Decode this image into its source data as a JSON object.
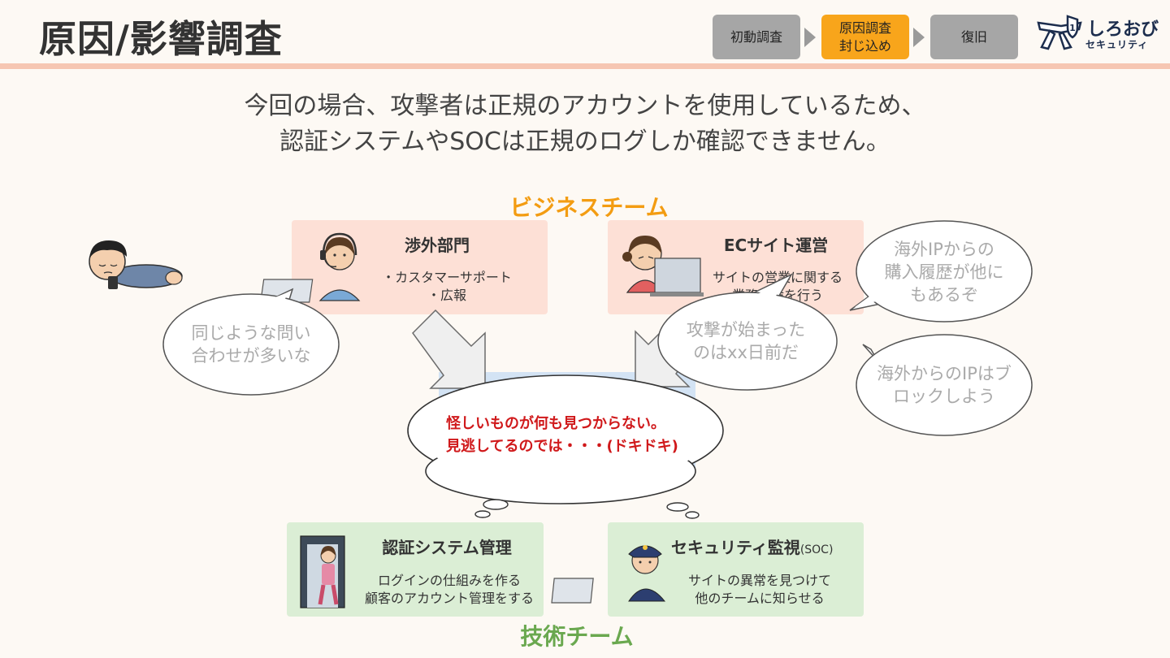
{
  "header": {
    "title": "原因/影響調査",
    "steps": [
      {
        "label": "初動調査"
      },
      {
        "label_line1": "原因調査",
        "label_line2": "封じ込め"
      },
      {
        "label": "復旧"
      }
    ],
    "logo": {
      "line1": "しろおび",
      "line2": "セキュリティ",
      "icon": "belt-shield-icon"
    }
  },
  "lead": {
    "line1": "今回の場合、攻撃者は正規のアカウントを使用しているため、",
    "line2": "認証システムやSOCは正規のログしか確認できません。"
  },
  "teams": {
    "business": "ビジネスチーム",
    "tech": "技術チーム"
  },
  "boxes": {
    "overseas": {
      "title": "渉外部門",
      "desc1": "・カスタマーサポート",
      "desc2": "・広報"
    },
    "ec": {
      "title": "ECサイト運営",
      "desc1": "サイトの営業に関する",
      "desc2": "業務全般を行う"
    },
    "auth": {
      "title": "認証システム管理",
      "desc1": "ログインの仕組みを作る",
      "desc2": "顧客のアカウント管理をする"
    },
    "soc": {
      "title": "セキュリティ監視",
      "title_suffix": "(SOC)",
      "desc1": "サイトの異常を見つけて",
      "desc2": "他のチームに知らせる"
    }
  },
  "bubbles": {
    "inquiry": {
      "line1": "同じような問い",
      "line2": "合わせが多いな"
    },
    "attack_start": {
      "line1": "攻撃が始まった",
      "line2": "のはxx日前だ"
    },
    "purchase": {
      "line1": "海外IPからの",
      "line2": "購入履歴が他に",
      "line3": "もあるぞ"
    },
    "block": {
      "line1": "海外からのIPはブ",
      "line2": "ロックしよう"
    },
    "thought": {
      "line1": "怪しいものが何も見つからない。",
      "line2": "見逃してるのでは・・・(ドキドキ)"
    }
  },
  "colors": {
    "business": "#f39c12",
    "tech": "#6aa84f",
    "alert": "#d0191b",
    "accent_bar": "#f6c6b2"
  }
}
